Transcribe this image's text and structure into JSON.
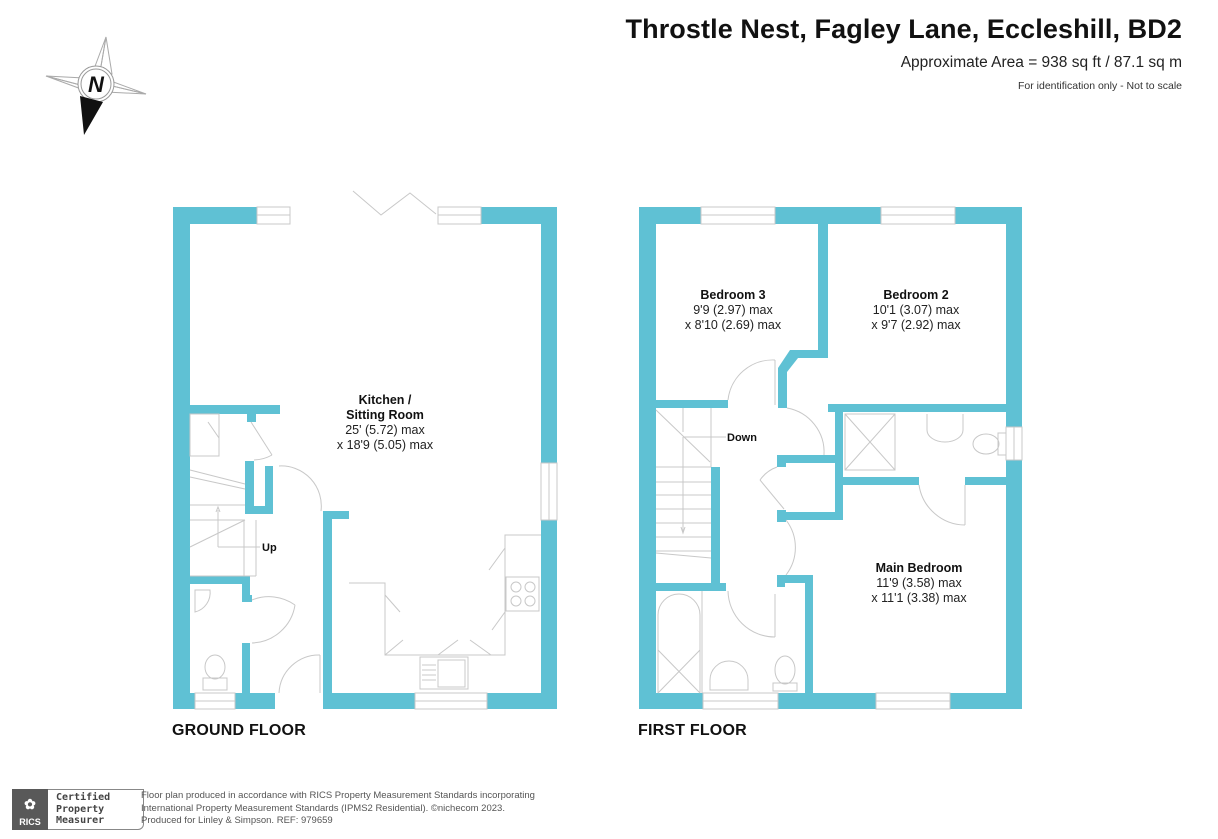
{
  "header": {
    "title": "Throstle Nest, Fagley Lane, Eccleshill, BD2",
    "area": "Approximate Area = 938 sq ft / 87.1 sq m",
    "note": "For identification only - Not to scale"
  },
  "compass": {
    "icon": "compass-north-icon",
    "letter": "N"
  },
  "colors": {
    "wall": "#5fc1d4",
    "fixture_line": "#c8c8c8",
    "text": "#111111"
  },
  "ground_floor": {
    "label": "GROUND FLOOR",
    "rooms": [
      {
        "name": "Kitchen /",
        "name2": "Sitting Room",
        "dim1": "25' (5.72) max",
        "dim2": "x 18'9 (5.05) max"
      }
    ],
    "stairs_label": "Up"
  },
  "first_floor": {
    "label": "FIRST FLOOR",
    "rooms": [
      {
        "name": "Bedroom 3",
        "dim1": "9'9 (2.97) max",
        "dim2": "x 8'10 (2.69) max"
      },
      {
        "name": "Bedroom 2",
        "dim1": "10'1 (3.07) max",
        "dim2": "x 9'7 (2.92) max"
      },
      {
        "name": "Main Bedroom",
        "dim1": "11'9 (3.58) max",
        "dim2": "x 11'1 (3.38) max"
      }
    ],
    "stairs_label": "Down"
  },
  "footer": {
    "rics_logo_text": "RICS",
    "badge_lines": [
      "Certified",
      "Property",
      "Measurer"
    ],
    "lines": [
      "Floor plan produced in accordance with RICS Property Measurement Standards incorporating",
      "International Property Measurement Standards (IPMS2 Residential).   ©nichecom 2023.",
      "Produced for Linley & Simpson.   REF: 979659"
    ]
  }
}
